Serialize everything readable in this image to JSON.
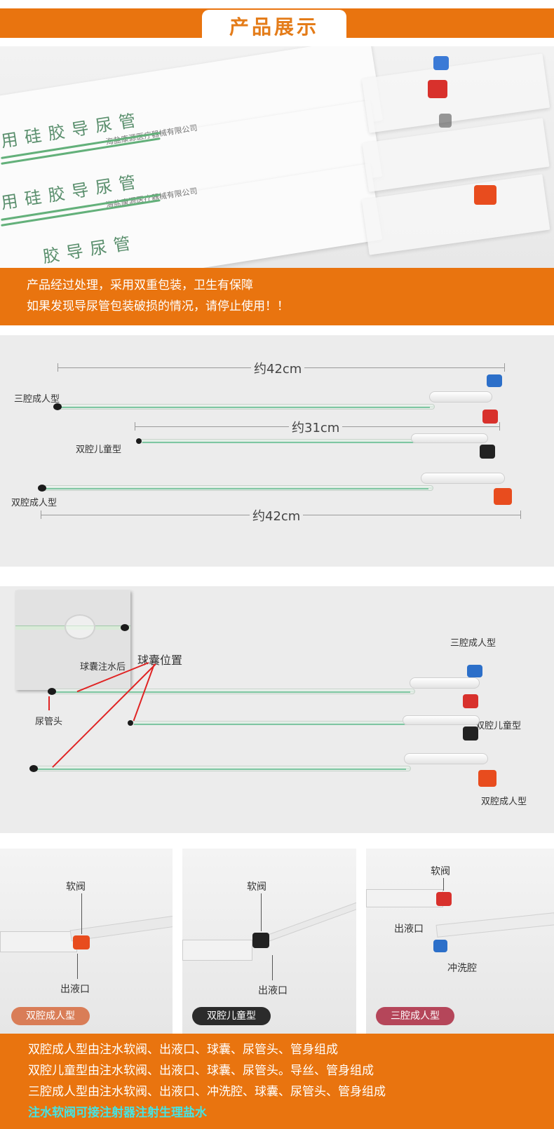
{
  "header": {
    "title": "产品展示"
  },
  "packaging": {
    "texts": [
      "用硅胶导尿管",
      "用硅胶导尿管",
      "胶导尿管"
    ],
    "company": "海盐康源医疗器械有限公司",
    "notice_lines": [
      "产品经过处理，采用双重包装，卫生有保障",
      "如果发现导尿管包装破损的情况，请停止使用！！"
    ]
  },
  "sizes": {
    "top_dim": "约42cm",
    "mid_dim": "约31cm",
    "bottom_dim": "约42cm",
    "labels": {
      "tri_adult": "三腔成人型",
      "dual_child": "双腔儿童型",
      "dual_adult": "双腔成人型"
    }
  },
  "balloon": {
    "inset_label": "球囊注水后",
    "balloon_position": "球囊位置",
    "tip_label": "尿管头",
    "labels": {
      "tri_adult": "三腔成人型",
      "dual_child": "双腔儿童型",
      "dual_adult": "双腔成人型"
    }
  },
  "details": [
    {
      "valve": "软阀",
      "outlet": "出液口",
      "badge": "双腔成人型",
      "badge_color": "#d97d57"
    },
    {
      "valve": "软阀",
      "outlet": "出液口",
      "badge": "双腔儿童型",
      "badge_color": "#2b2b2b"
    },
    {
      "valve": "软阀",
      "outlet": "出液口",
      "flush": "冲洗腔",
      "badge": "三腔成人型",
      "badge_color": "#b5465a"
    }
  ],
  "description": {
    "lines": [
      "双腔成人型由注水软阀、出液口、球囊、尿管头、管身组成",
      "双腔儿童型由注水软阀、出液口、球囊、尿管头。导丝、管身组成",
      "三腔成人型由注水软阀、出液口、冲洗腔、球囊、尿管头、管身组成"
    ],
    "highlight": "注水软阀可接注射器注射生理盐水"
  },
  "colors": {
    "accent": "#e9740f",
    "valve_red": "#d8312c",
    "valve_blue": "#2c6fc9",
    "valve_black": "#222222",
    "valve_orange": "#e84c1e"
  }
}
